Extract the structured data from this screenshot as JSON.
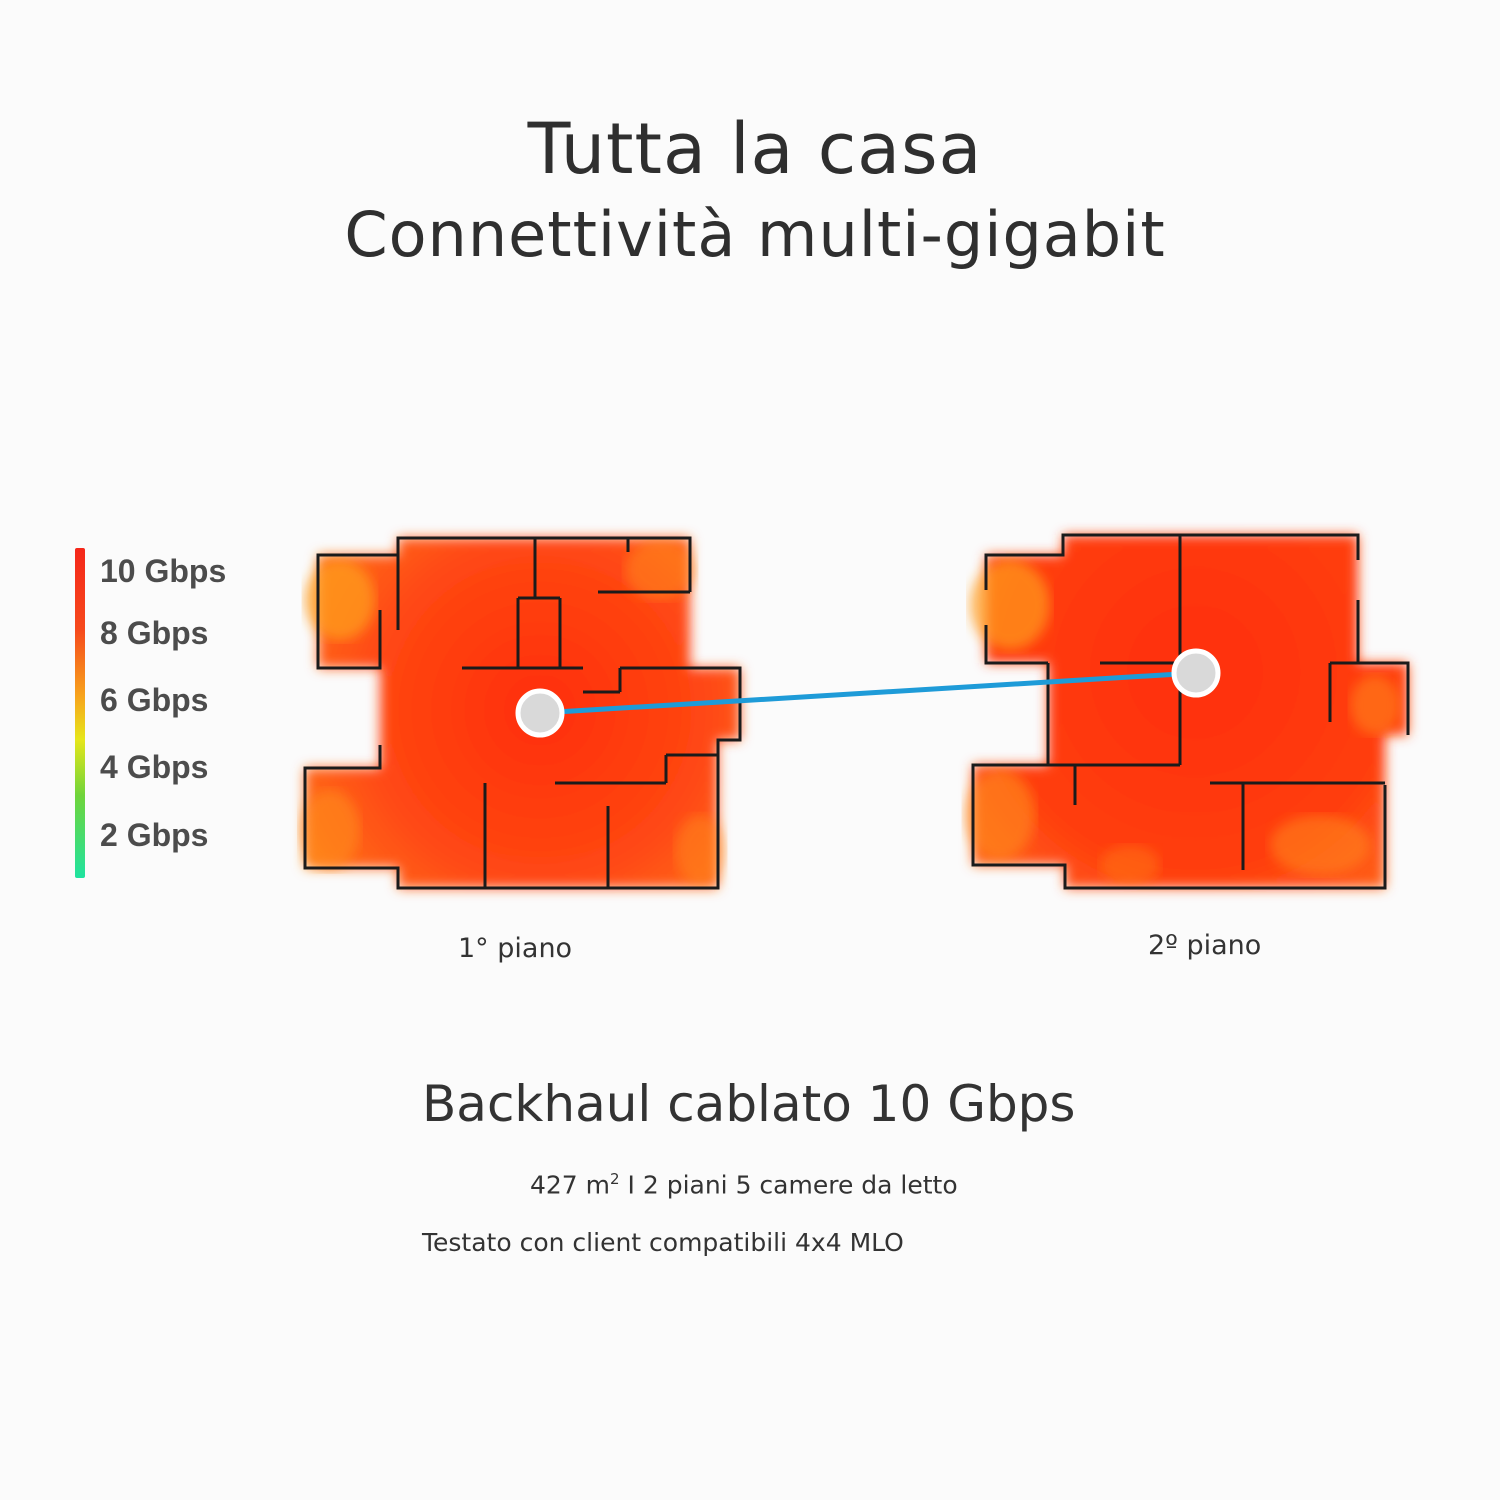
{
  "header": {
    "title": "Tutta la casa",
    "subtitle": "Connettività multi-gigabit"
  },
  "legend": {
    "labels": [
      "10 Gbps",
      "8 Gbps",
      "6 Gbps",
      "4 Gbps",
      "2 Gbps"
    ],
    "gradient_colors": [
      "#f5271a",
      "#f7a41c",
      "#e6e61a",
      "#6fd43a",
      "#1fe3a0"
    ]
  },
  "floors": [
    {
      "label": "1° piano"
    },
    {
      "label": "2º piano"
    }
  ],
  "connection": {
    "color": "#1e9bd8"
  },
  "footer": {
    "headline": "Backhaul cablato 10 Gbps",
    "area_value": "427 m",
    "area_unit_sup": "2",
    "area_details": " I 2 piani 5 camere da letto",
    "test_note": "Testato con client compatibili 4x4 MLO"
  },
  "colors": {
    "heat_core": "#ff3a10",
    "heat_edge": "#ff9f1a",
    "wall": "#1b1b1b",
    "node": "#d9d9d9"
  }
}
